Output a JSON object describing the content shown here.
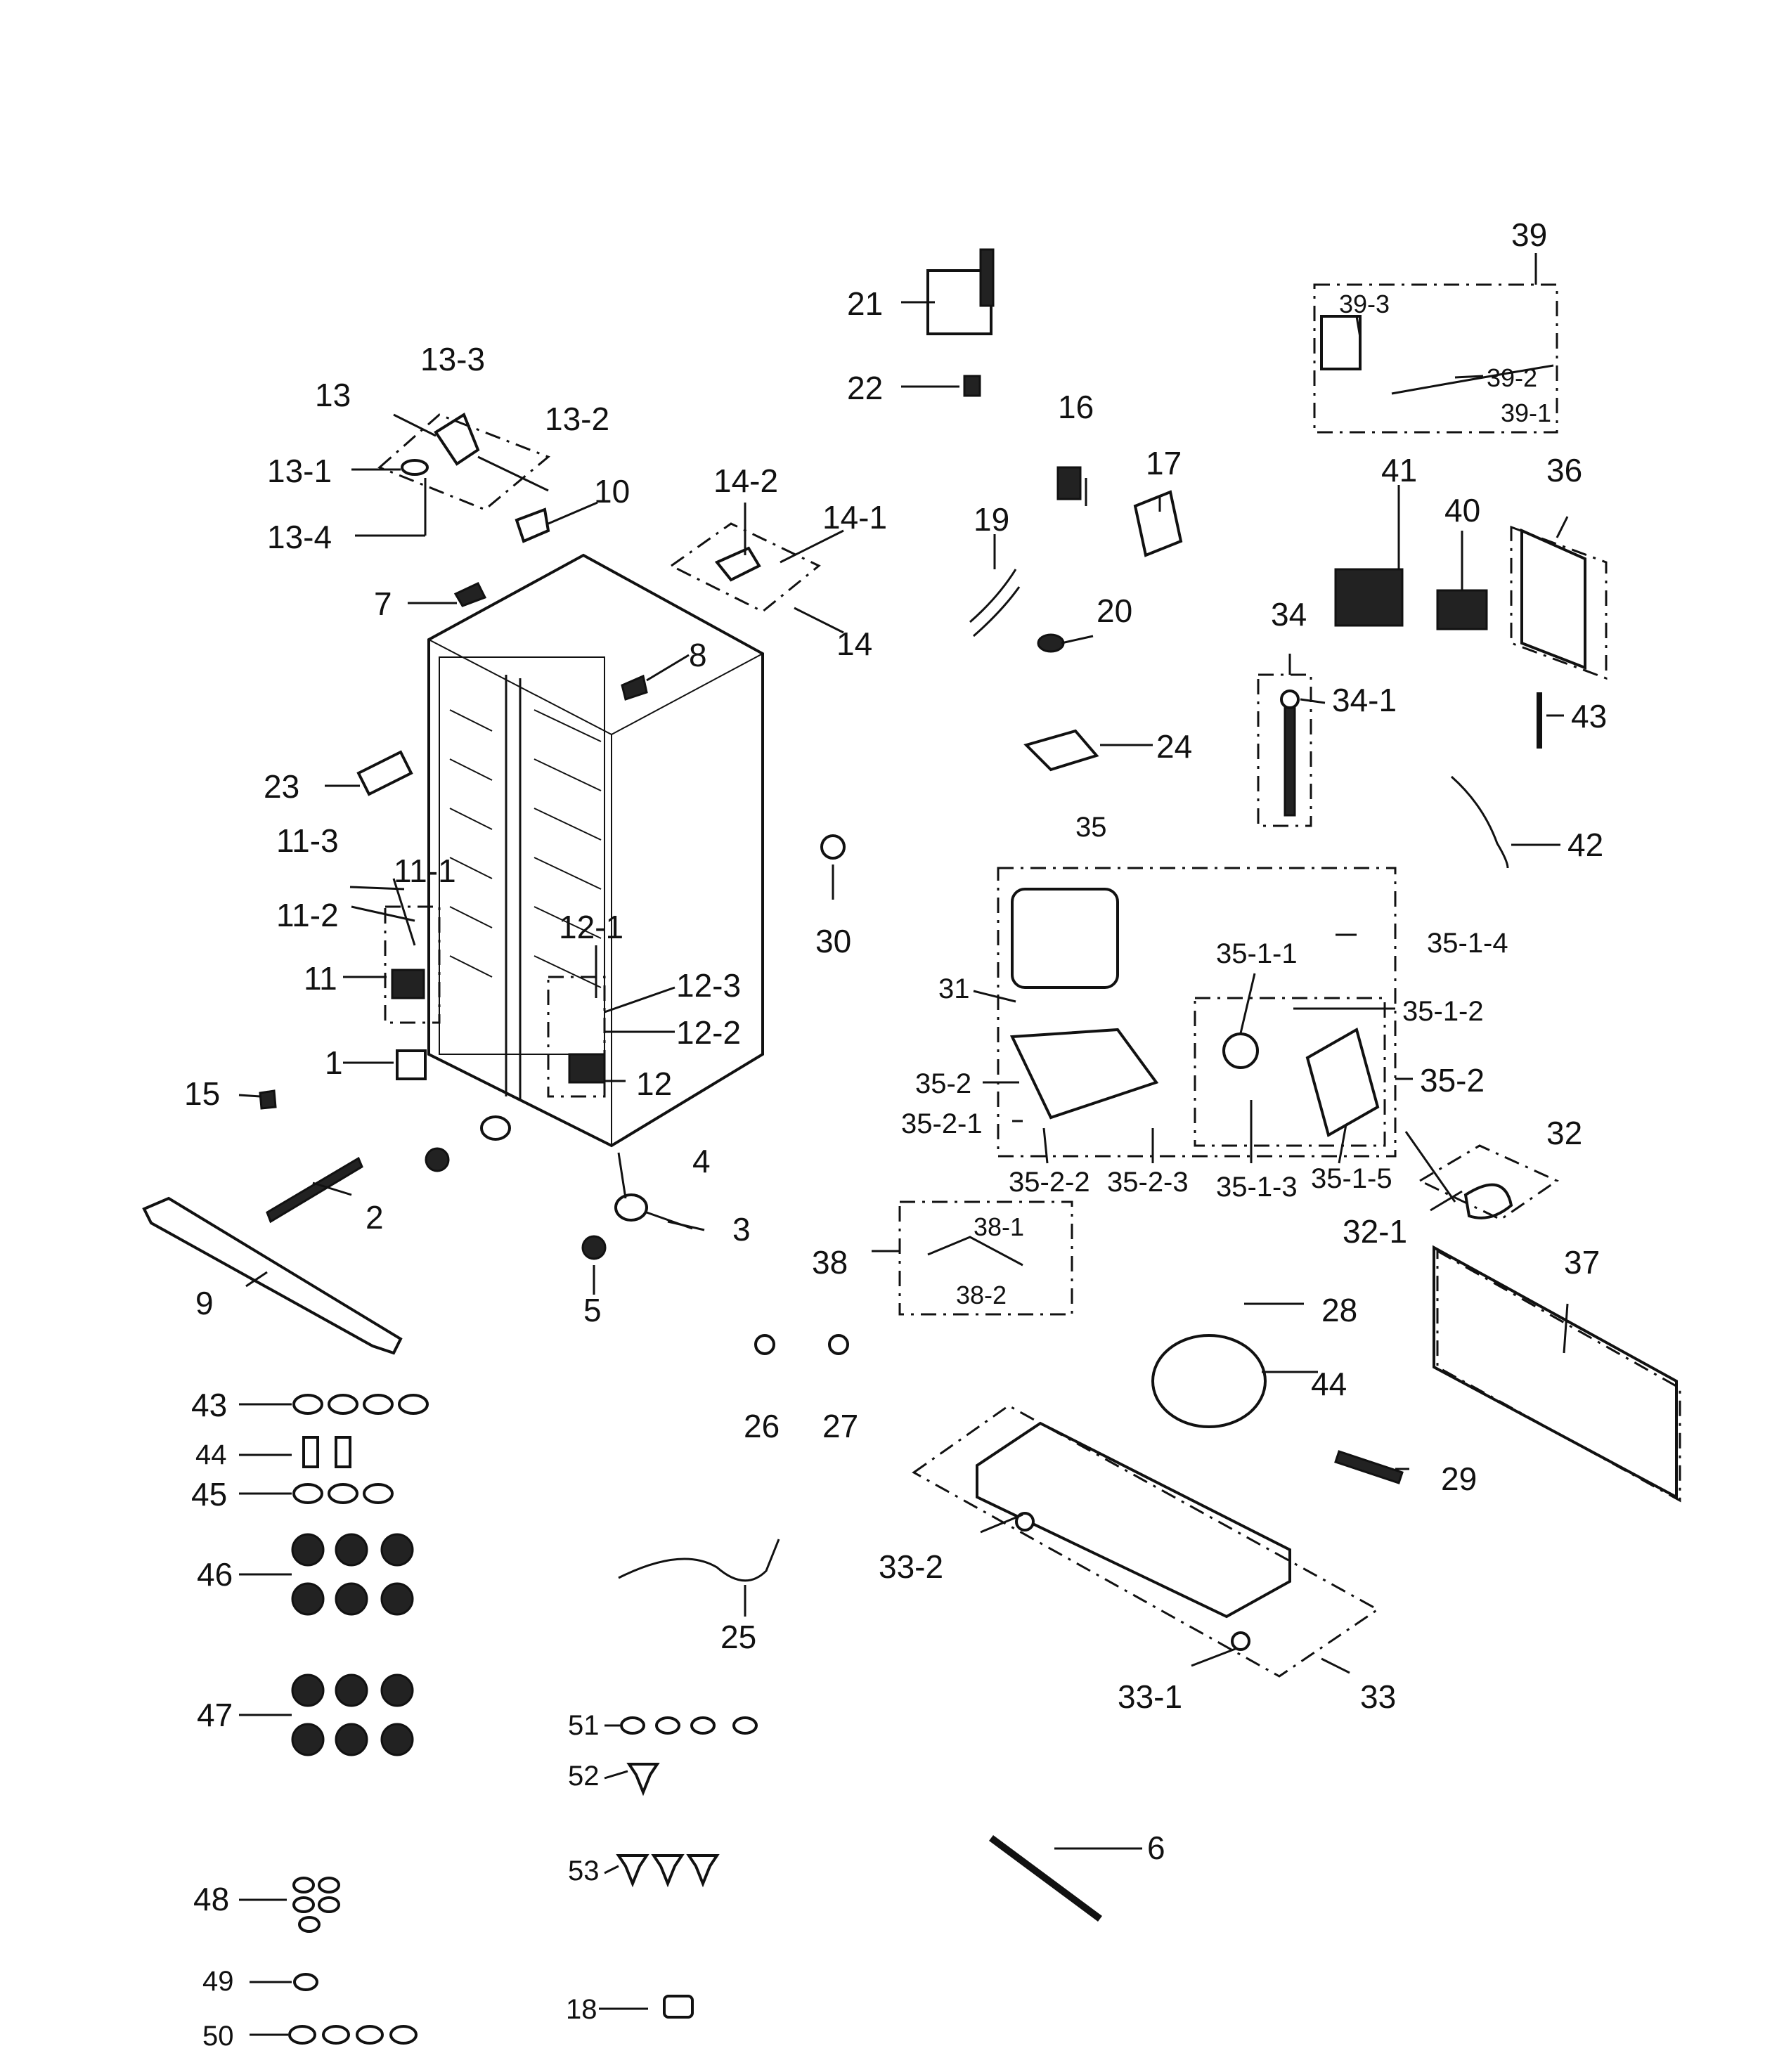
{
  "labels": {
    "l1": "1",
    "l2": "2",
    "l3": "3",
    "l4": "4",
    "l5": "5",
    "l6": "6",
    "l7": "7",
    "l8": "8",
    "l9": "9",
    "l10": "10",
    "l11": "11",
    "l11_1": "11-1",
    "l11_2": "11-2",
    "l11_3": "11-3",
    "l12": "12",
    "l12_1": "12-1",
    "l12_2": "12-2",
    "l12_3": "12-3",
    "l13": "13",
    "l13_1": "13-1",
    "l13_2": "13-2",
    "l13_3": "13-3",
    "l13_4": "13-4",
    "l14": "14",
    "l14_1": "14-1",
    "l14_2": "14-2",
    "l15": "15",
    "l16": "16",
    "l17": "17",
    "l18": "18",
    "l19": "19",
    "l20": "20",
    "l21": "21",
    "l22": "22",
    "l23": "23",
    "l24": "24",
    "l25": "25",
    "l26": "26",
    "l27": "27",
    "l28": "28",
    "l29": "29",
    "l30": "30",
    "l31": "31",
    "l32": "32",
    "l32_1": "32-1",
    "l33": "33",
    "l33_1": "33-1",
    "l33_2": "33-2",
    "l34": "34",
    "l34_1": "34-1",
    "l35": "35",
    "l35_1_1": "35-1-1",
    "l35_1_2": "35-1-2",
    "l35_1_3": "35-1-3",
    "l35_1_4": "35-1-4",
    "l35_1_5": "35-1-5",
    "l35_2a": "35-2",
    "l35_2b": "35-2",
    "l35_2_1": "35-2-1",
    "l35_2_2": "35-2-2",
    "l35_2_3": "35-2-3",
    "l36": "36",
    "l37": "37",
    "l38": "38",
    "l38_1": "38-1",
    "l38_2": "38-2",
    "l39": "39",
    "l39_1": "39-1",
    "l39_2": "39-2",
    "l39_3": "39-3",
    "l40": "40",
    "l41": "41",
    "l42": "42",
    "l43a": "43",
    "l43b": "43",
    "l44a": "44",
    "l44b": "44",
    "l45": "45",
    "l46": "46",
    "l47": "47",
    "l48": "48",
    "l49": "49",
    "l50": "50",
    "l51": "51",
    "l52": "52",
    "l53": "53"
  }
}
